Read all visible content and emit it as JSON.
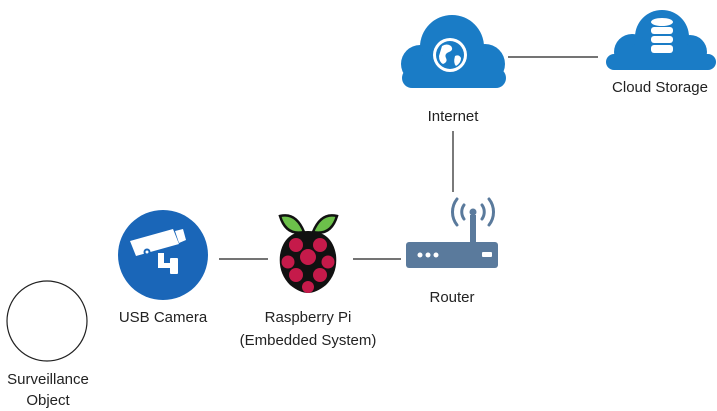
{
  "nodes": {
    "internet": {
      "label": "Internet",
      "icon": "cloud-globe-icon",
      "color": "#1a7cc6"
    },
    "cloud_storage": {
      "label": "Cloud Storage",
      "icon": "cloud-database-icon",
      "color": "#1a7cc6"
    },
    "router": {
      "label": "Router",
      "icon": "router-icon",
      "color": "#5a7a9c"
    },
    "raspberry_pi": {
      "label_line1": "Raspberry Pi",
      "label_line2": "(Embedded System)",
      "icon": "raspberry-pi-logo-icon",
      "color": "#c51a4a"
    },
    "usb_camera": {
      "label": "USB Camera",
      "icon": "cctv-camera-icon",
      "color": "#1a66b8"
    },
    "surveillance_object": {
      "label_line1": "Surveillance",
      "label_line2": "Object",
      "icon": "circle-icon"
    }
  }
}
